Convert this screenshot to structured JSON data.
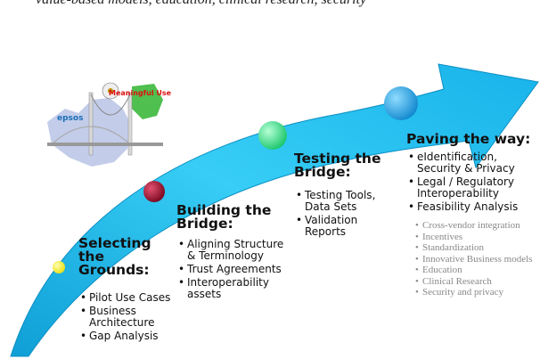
{
  "top_text": "value-based models, education, clinical research, security",
  "logo": {
    "title": "Meaningful Use",
    "brand": "epsos"
  },
  "stages": [
    {
      "title": "Selecting the Grounds:",
      "dot_color": "#f4ee3a",
      "bullets": [
        "Pilot Use Cases",
        "Business Architecture",
        "Gap Analysis"
      ]
    },
    {
      "title": "Building the Bridge:",
      "dot_color": "#a10c2c",
      "bullets": [
        "Aligning Structure & Terminology",
        "Trust Agreements",
        "Interoperability assets"
      ]
    },
    {
      "title": "Testing the Bridge:",
      "dot_color": "#2fe08a",
      "bullets": [
        "Testing Tools, Data Sets",
        "Validation Reports"
      ]
    },
    {
      "title": "Paving the way:",
      "dot_color": "#2aa7e6",
      "bullets": [
        "eIdentification, Security & Privacy",
        "Legal / Regulatory Interoperability",
        "Feasibility Analysis"
      ],
      "sub_bullets": [
        "Cross-vendor integration",
        "Incentives",
        "Standardization",
        "Innovative Business models",
        "Education",
        "Clinical Research",
        "Security and privacy"
      ]
    }
  ],
  "colors": {
    "arrow": "#22c3f0",
    "arrow_dark": "#0a9fd4"
  }
}
